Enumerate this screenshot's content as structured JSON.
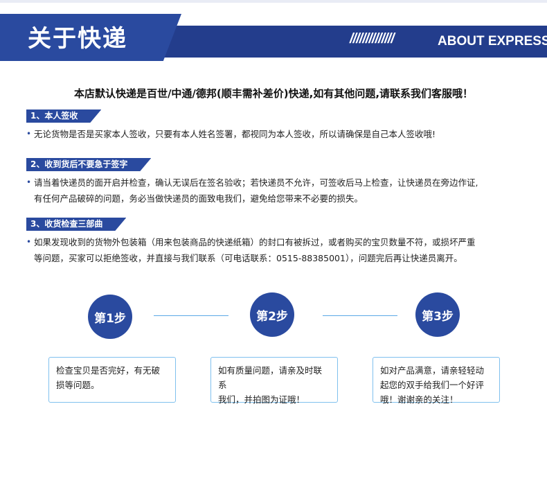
{
  "header": {
    "title": "关于快递",
    "stripes": "//////////////",
    "title_en": "ABOUT EXPRESS"
  },
  "notice": "本店默认快递是百世/中通/德邦(顺丰需补差价)快递,如有其他问题,请联系我们客服哦！",
  "sections": [
    {
      "tag": "1、本人签收",
      "lines": [
        "无论货物是否是买家本人签收，只要有本人姓名签署，都视同为本人签收，所以请确保是自己本人签收哦!"
      ]
    },
    {
      "tag": "2、收到货后不要急于签字",
      "lines": [
        "请当着快递员的面开启并检查，确认无误后在签名验收；若快递员不允许，可签收后马上检查，让快递员在旁边作证,",
        "有任何产品破碎的问题，务必当做快递员的面致电我们，避免给您带来不必要的损失。"
      ]
    },
    {
      "tag": "3、收货检查三部曲",
      "lines": [
        "如果发现收到的货物外包装箱（用来包装商品的快递纸箱）的封口有被拆过，或者购买的宝贝数量不符，或损坏严重",
        "等问题，买家可以拒绝签收，并直接与我们联系（可电话联系：0515-88385001），问题完后再让快递员离开。"
      ]
    }
  ],
  "steps": [
    {
      "label": "第1步",
      "lines": [
        "检查宝贝是否完好，有无破",
        "损等问题。"
      ]
    },
    {
      "label": "第2步",
      "lines": [
        "如有质量问题，请亲及时联系",
        "我们，并拍图为证哦！"
      ]
    },
    {
      "label": "第3步",
      "lines": [
        "如对产品满意，请亲轻轻动",
        "起您的双手给我们一个好评",
        "哦！谢谢亲的关注！"
      ]
    }
  ],
  "colors": {
    "primary": "#2a4a9f",
    "dark_band": "#233d8c",
    "connector": "#5aa7e6",
    "box_border": "#7fc0ee"
  }
}
